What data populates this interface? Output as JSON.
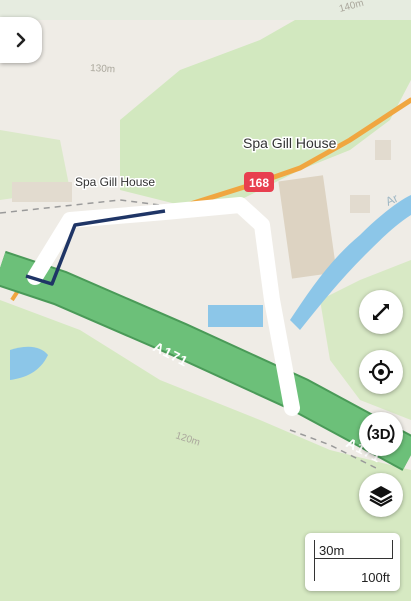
{
  "map": {
    "labels": {
      "place_left": "Spa Gill House",
      "place_right": "Spa Gill House",
      "road_badge": "168",
      "road_a171": "A171",
      "road_a171_right": "A171",
      "contour_130": "130m",
      "contour_120": "120m",
      "contour_140": "140m",
      "partial_label": "Ar"
    },
    "colors": {
      "background": "#efece6",
      "green_area": "#d2e8bf",
      "main_road": "#6cc079",
      "secondary_road": "#f0a640",
      "route_white": "#ffffff",
      "route_navy": "#1f3566",
      "water": "#8cc6e8",
      "badge": "#e83f4f",
      "building": "#ddd3c2"
    }
  },
  "controls": {
    "expand_icon": "chevron-right-icon",
    "fullscreen_icon": "expand-arrows-icon",
    "locate_icon": "crosshair-icon",
    "view3d_label": "3D",
    "layers_icon": "layers-icon"
  },
  "scale": {
    "metric": "30m",
    "imperial": "100ft"
  }
}
